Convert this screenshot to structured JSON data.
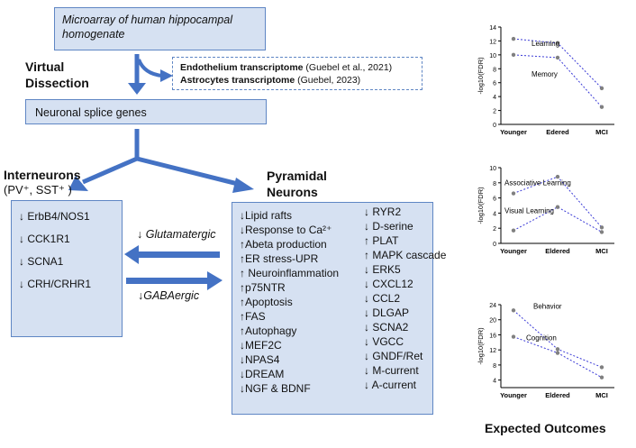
{
  "top_box": {
    "line1": "Microarray of  human hippocampal",
    "line2": "homogenate"
  },
  "virtual_dissection": {
    "line1": "Virtual",
    "line2": "Dissection"
  },
  "references": {
    "line1_bold": "Endothelium transcriptome",
    "line1_rest": " (Guebel et al., 2021)",
    "line2_bold": "Astrocytes transcriptome",
    "line2_rest": " (Guebel, 2023)"
  },
  "neuronal_splice": "Neuronal splice genes",
  "interneurons": {
    "title": "Interneurons",
    "subtitle": "(PV⁺, SST⁺ )",
    "items": [
      "↓ ErbB4/NOS1",
      "↓ CCK1R1",
      "↓ SCNA1",
      "↓ CRH/CRHR1"
    ]
  },
  "pyramidal": {
    "title": "Pyramidal Neurons",
    "col1": [
      "↓Lipid rafts",
      "↓Response to Ca²⁺",
      "↑Abeta production",
      "↑ER stress-UPR",
      "↑ Neuroinflammation",
      "↑p75NTR",
      "↑Apoptosis",
      "↑FAS",
      "↑Autophagy",
      "↓MEF2C",
      "↓NPAS4",
      "↓DREAM",
      "↓NGF & BDNF"
    ],
    "col2": [
      "↓ RYR2",
      "↓ D-serine",
      "↑ PLAT",
      "↑ MAPK cascade",
      "↓ ERK5",
      "↓ CXCL12",
      "↓ CCL2",
      "↓ DLGAP",
      "↓ SCNA2",
      "↓ VGCC",
      "↓ GNDF/Ret",
      "↓ M-current",
      "↓ A-current"
    ]
  },
  "arrows": {
    "glutamatergic": "↓ Glutamatergic",
    "gabaergic": "↓GABAergic"
  },
  "expected_outcomes": "Expected Outcomes",
  "colors": {
    "box_fill": "#d6e1f2",
    "box_border": "#5f86c4",
    "arrow": "#4472c4",
    "series_line": "#3a3ad6",
    "marker": "#808080"
  },
  "chart_data": [
    {
      "type": "line",
      "categories": [
        "Younger",
        "Edered",
        "MCI"
      ],
      "ylabel": "-log10(FDR)",
      "ylim": [
        0,
        14
      ],
      "yticks": [
        "0",
        "2",
        "4",
        "6",
        "8",
        "10",
        "12",
        "14"
      ],
      "series": [
        {
          "name": "Learning",
          "values": [
            12.3,
            11.7,
            5.2
          ]
        },
        {
          "name": "Memory",
          "values": [
            10.0,
            9.6,
            2.5
          ]
        }
      ]
    },
    {
      "type": "line",
      "categories": [
        "Younger",
        "Eldered",
        "MCI"
      ],
      "ylabel": "-log10(FDR)",
      "ylim": [
        0,
        10
      ],
      "yticks": [
        "0",
        "2",
        "4",
        "6",
        "8",
        "10"
      ],
      "series": [
        {
          "name": "Associative Learning",
          "values": [
            6.6,
            8.8,
            2.1
          ]
        },
        {
          "name": "Visual Learning",
          "values": [
            1.7,
            4.8,
            1.5
          ]
        }
      ]
    },
    {
      "type": "line",
      "categories": [
        "Younger",
        "Eldered",
        "MCI"
      ],
      "ylabel": "-log10(FDR)",
      "ylim": [
        2,
        24
      ],
      "yticks": [
        "4",
        "8",
        "12",
        "16",
        "20",
        "24"
      ],
      "series": [
        {
          "name": "Behavior",
          "values": [
            22.5,
            12.2,
            7.4
          ]
        },
        {
          "name": "Cognition",
          "values": [
            15.5,
            11.2,
            4.7
          ]
        }
      ]
    }
  ]
}
